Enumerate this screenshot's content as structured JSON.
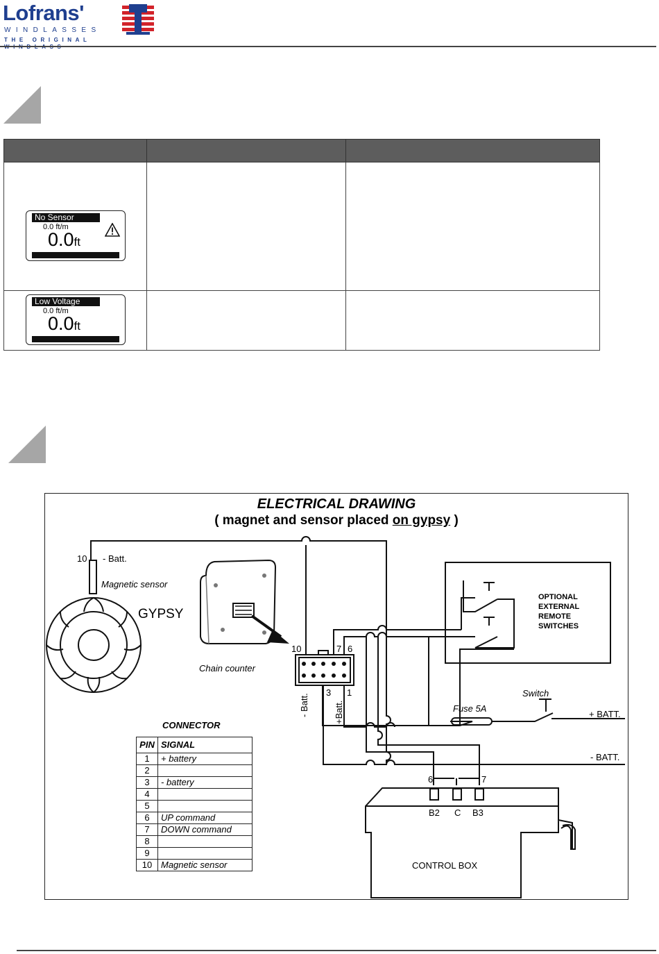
{
  "header": {
    "brand": "Lofrans'",
    "brand_sub": "WINDLASSES",
    "tagline": "THE ORIGINAL WINDLASS"
  },
  "alarm_table": {
    "rows": [
      {
        "display": {
          "mode": "No Sensor",
          "rate": "0.0 ft/m",
          "value": "0.0",
          "unit": "ft",
          "warning": "warning-triangle-icon"
        }
      },
      {
        "display": {
          "mode": "Low Voltage",
          "rate": "0.0 ft/m",
          "value": "0.0",
          "unit": "ft"
        }
      }
    ]
  },
  "drawing": {
    "title": "ELECTRICAL DRAWING",
    "subtitle_pre": "( magnet and sensor placed ",
    "subtitle_u": "on gypsy",
    "subtitle_post": " )",
    "labels": {
      "pin10": "10",
      "neg_batt": "- Batt.",
      "magnetic_sensor": "Magnetic sensor",
      "gypsy": "GYPSY",
      "chain_counter": "Chain counter",
      "conn_10": "10",
      "conn_7": "7",
      "conn_6": "6",
      "conn_3": "3",
      "conn_1": "1",
      "v_neg_batt": "- Batt.",
      "v_pos_batt": "+Batt.",
      "optional": "OPTIONAL",
      "external": "EXTERNAL",
      "remote": "REMOTE",
      "switches": "SWITCHES",
      "fuse": "Fuse  5A",
      "switch": "Switch",
      "pos_batt_line": "+ BATT.",
      "neg_batt_line": "- BATT.",
      "cb_6": "6",
      "cb_7": "7",
      "b2": "B2",
      "c": "C",
      "b3": "B3",
      "control_box": "CONTROL BOX"
    },
    "connector": {
      "title": "CONNECTOR",
      "col_pin": "PIN",
      "col_signal": "SIGNAL",
      "rows": [
        {
          "pin": "1",
          "signal": "+ battery"
        },
        {
          "pin": "2",
          "signal": ""
        },
        {
          "pin": "3",
          "signal": "- battery"
        },
        {
          "pin": "4",
          "signal": ""
        },
        {
          "pin": "5",
          "signal": ""
        },
        {
          "pin": "6",
          "signal": "UP command"
        },
        {
          "pin": "7",
          "signal": "DOWN command"
        },
        {
          "pin": "8",
          "signal": ""
        },
        {
          "pin": "9",
          "signal": ""
        },
        {
          "pin": "10",
          "signal": "Magnetic sensor"
        }
      ]
    }
  },
  "colors": {
    "brand_blue": "#1f3f8f",
    "brand_red": "#d2232a",
    "table_header": "#5d5d5d",
    "section_marker": "#a6a6a6"
  }
}
